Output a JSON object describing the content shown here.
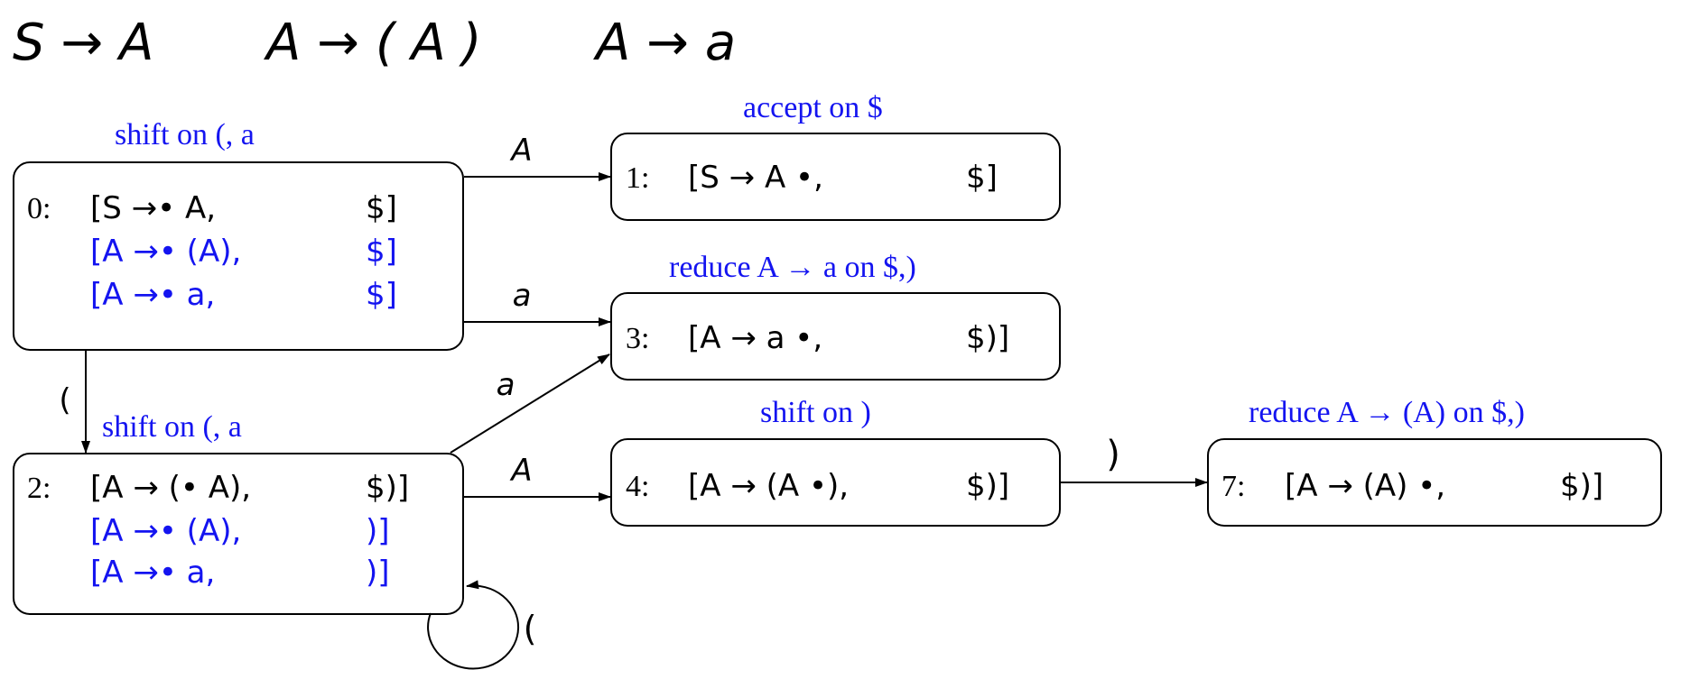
{
  "grammar": {
    "rules": [
      "S → A",
      "A → ( A )",
      "A → a"
    ]
  },
  "colors": {
    "text": "#000000",
    "action": "#1414f0",
    "stroke": "#000000"
  },
  "states": {
    "s0": {
      "id": "0:",
      "action": "shift on (, a",
      "items": [
        {
          "core": "[S →• A,",
          "lookahead": "$]"
        },
        {
          "core": "[A →• (A),",
          "lookahead": "$]"
        },
        {
          "core": "[A →• a,",
          "lookahead": "$]"
        }
      ]
    },
    "s1": {
      "id": "1:",
      "action": "accept on $",
      "items": [
        {
          "core": "[S → A •,",
          "lookahead": "$]"
        }
      ]
    },
    "s2": {
      "id": "2:",
      "action": "shift on (, a",
      "items": [
        {
          "core": "[A → (• A),",
          "lookahead": "$)]"
        },
        {
          "core": "[A →• (A),",
          "lookahead": ")]"
        },
        {
          "core": "[A →• a,",
          "lookahead": ")]"
        }
      ]
    },
    "s3": {
      "id": "3:",
      "action": "reduce A → a on $,)",
      "items": [
        {
          "core": "[A → a •,",
          "lookahead": "$)]"
        }
      ]
    },
    "s4": {
      "id": "4:",
      "action": "shift on )",
      "items": [
        {
          "core": "[A → (A •),",
          "lookahead": "$)]"
        }
      ]
    },
    "s7": {
      "id": "7:",
      "action": "reduce A → (A) on $,)",
      "items": [
        {
          "core": "[A → (A) •,",
          "lookahead": "$)]"
        }
      ]
    }
  },
  "transitions": {
    "t0_1": "A",
    "t0_3": "a",
    "t0_2": "(",
    "t2_3": "a",
    "t2_4": "A",
    "t2_2": "(",
    "t4_7": ")"
  }
}
